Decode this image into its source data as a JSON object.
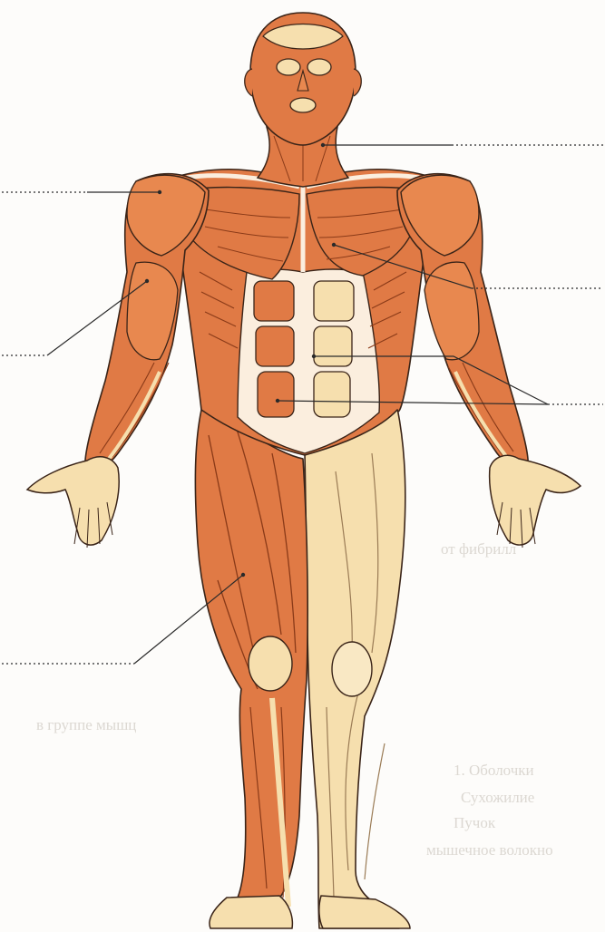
{
  "diagram": {
    "subject": "anterior human muscular system with blank label leader lines",
    "colors": {
      "muscle": "#e07a45",
      "muscle_dark": "#c85a2a",
      "muscle_light": "#f0a170",
      "skin": "#f6dfae",
      "skin_shade": "#ecc98e",
      "fascia": "#fbeede",
      "outline": "#3a2418",
      "leader": "#2a2a2a"
    },
    "labels": [
      {
        "target": "neck-muscle",
        "text": ""
      },
      {
        "target": "shoulder-deltoid",
        "text": ""
      },
      {
        "target": "upper-arm-biceps",
        "text": ""
      },
      {
        "target": "chest-pectoral",
        "text": ""
      },
      {
        "target": "abdominal-muscles",
        "text": ""
      },
      {
        "target": "thigh-quadriceps",
        "text": ""
      }
    ]
  },
  "bleed_text": {
    "line1": "от фибрилл",
    "line2": "в группе мышц",
    "line3": "1. Оболочки",
    "line4": "Сухожилие",
    "line5": "Пучок",
    "line6": "мышечное волокно"
  }
}
